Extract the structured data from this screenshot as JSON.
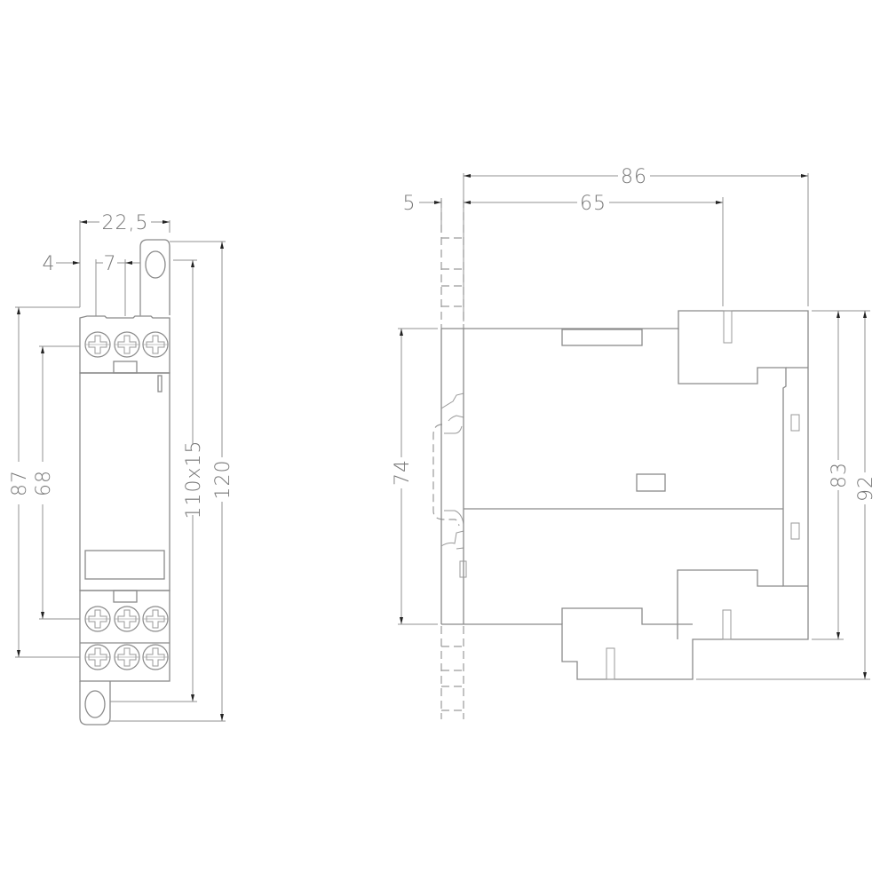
{
  "drawing": {
    "background": "#ffffff",
    "line_color": "#8a8a8a",
    "views": [
      {
        "name": "front-view",
        "description": "Relay module front view with screw terminals"
      },
      {
        "name": "side-view",
        "description": "Relay module side view mounted on DIN rail"
      }
    ]
  },
  "front_view": {
    "dims": {
      "width_total": "22,5",
      "offset_left": "4",
      "terminal_pitch": "7",
      "height_87": "87",
      "height_68": "68",
      "mounting_holes": "110x15",
      "height_total": "120"
    },
    "terminal_rows": 3,
    "terminals_per_row": 3
  },
  "side_view": {
    "dims": {
      "depth_total": "86",
      "rail_offset": "5",
      "depth_65": "65",
      "height_74": "74",
      "height_83": "83",
      "height_92": "92"
    }
  }
}
